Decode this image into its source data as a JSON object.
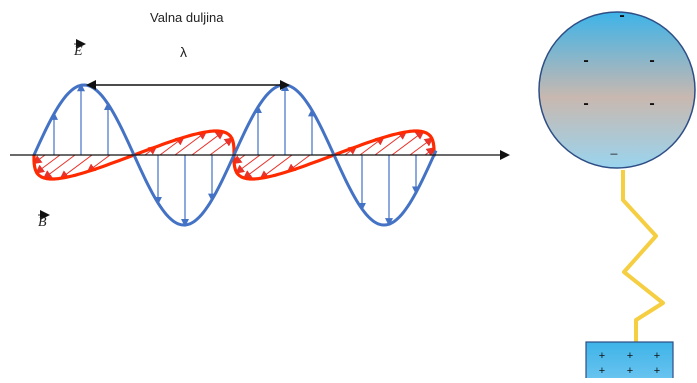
{
  "wave": {
    "title": "Valna duljina",
    "lambda_symbol": "λ",
    "e_label": "E",
    "b_label": "B"
  },
  "sphere": {
    "charge_sign": "-",
    "charge_sign_small": "_"
  },
  "base": {
    "charge_sign": "+"
  },
  "colors": {
    "electric_wave": "#4472C4",
    "magnetic_wave": "#FF2A00",
    "magnetic_arrow": "#E8322A",
    "sphere_top": "#3EB3E8",
    "sphere_mid": "#C8B8B0",
    "sphere_bottom": "#9AD4EE",
    "spring": "#F5CE42",
    "base_top": "#3EB3E8",
    "base_bottom": "#6CC5F0",
    "axis": "#111111"
  }
}
